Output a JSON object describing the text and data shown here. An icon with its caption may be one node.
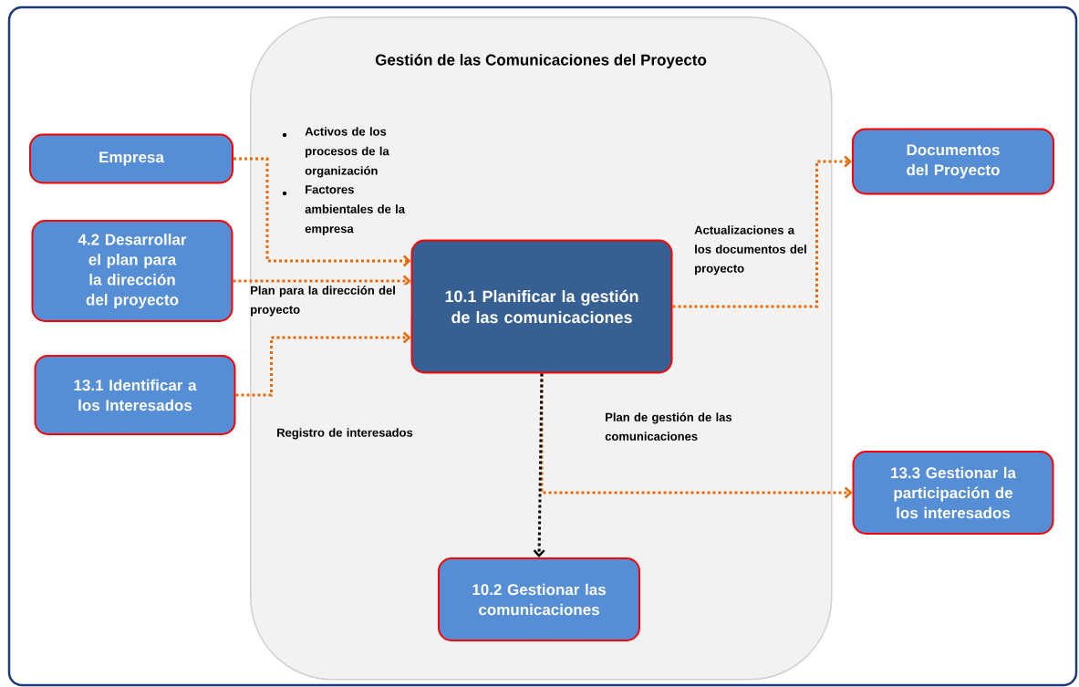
{
  "diagram": {
    "nodes": [
      {
        "text": [
          "Gestión de las Comunicaciones del Proyecto"
        ]
      },
      {
        "text": [
          "Empresa"
        ]
      },
      {
        "text": [
          "4.2 Desarrollar el plan para la dirección del proyecto"
        ]
      },
      {
        "text": [
          "13.1 Identificar a los Interesados"
        ]
      },
      {
        "text": [
          "10.1 Planificar la gestión de las comunicaciones"
        ],
        "in": 0
      },
      {
        "text": [
          "Documentos del Proyecto"
        ]
      },
      {
        "text": [
          "13.3 Gestionar la participación de los interesados"
        ]
      },
      {
        "text": [
          "10.2 Gestionar las comunicaciones"
        ],
        "in": 0
      }
    ],
    "edges": [
      {
        "from": 1,
        "to": 4,
        "arrow": "to"
      },
      {
        "from": 2,
        "to": 4,
        "arrow": "to",
        "label": "Plan para la dirección del proyecto"
      },
      {
        "from": 3,
        "to": 4,
        "arrow": "to",
        "label": "Registro de interesados"
      },
      {
        "from": 4,
        "to": 5,
        "arrow": "to",
        "label": "Actualizaciones a los documentos del proyecto"
      },
      {
        "from": 4,
        "to": 6,
        "arrow": "to",
        "label": "Plan de gestión de las comunicaciones"
      },
      {
        "from": 4,
        "to": 7,
        "arrow": "to",
        "color": "#000000"
      }
    ],
    "labels": [
      "Activos de los procesos de la organización",
      "Factores ambientales de la empresa"
    ]
  }
}
